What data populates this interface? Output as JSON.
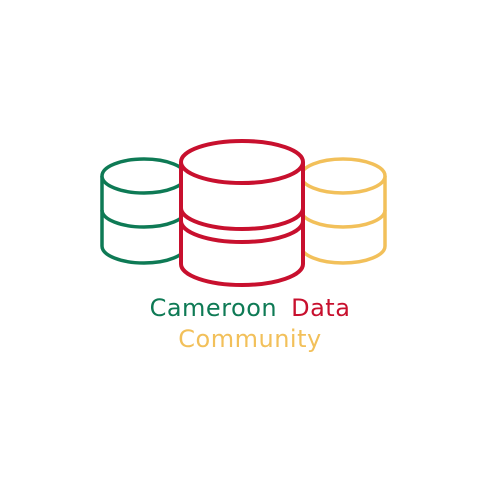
{
  "logo": {
    "colors": {
      "green": "#0e7a55",
      "red": "#c8102e",
      "yellow": "#f2c05a"
    },
    "icon": "database-stack-icon",
    "wordmark": {
      "word1": "Cameroon",
      "word2": "Data",
      "word3": "Community"
    }
  }
}
